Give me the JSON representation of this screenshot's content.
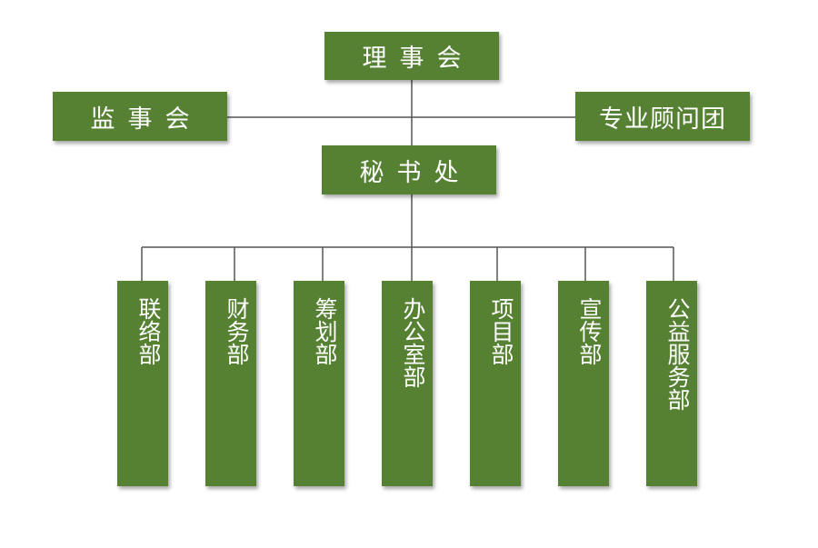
{
  "colors": {
    "box_fill": "#568133",
    "box_text": "#ffffff",
    "connector": "#555555"
  },
  "org": {
    "board": "理事会",
    "supervisors": "监事会",
    "advisors": "专业顾问团",
    "secretariat": "秘书处",
    "departments": [
      "联络部",
      "财务部",
      "筹划部",
      "办公室部",
      "项目部",
      "宣传部",
      "公益服务部"
    ]
  }
}
